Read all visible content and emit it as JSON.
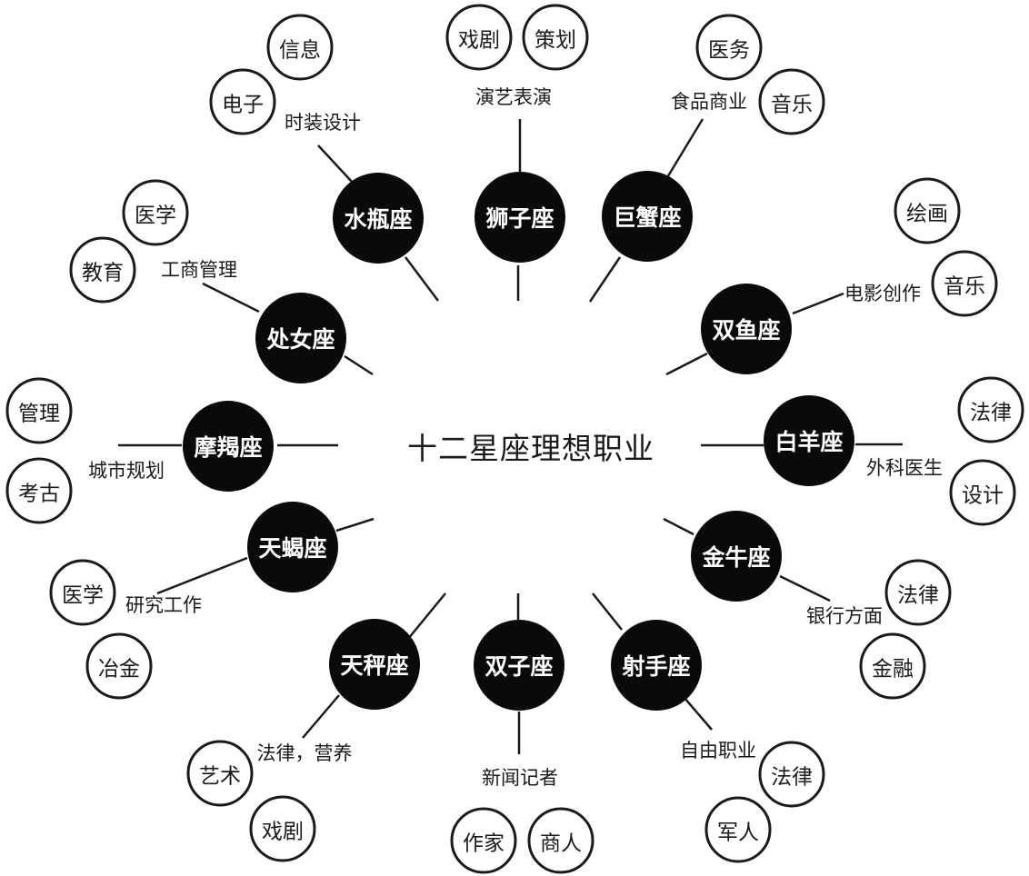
{
  "diagram": {
    "title": "十二星座理想职业",
    "colors": {
      "background": "#ffffff",
      "node_fill": "#0a0a0a",
      "node_text": "#ffffff",
      "line": "#1a1a1a",
      "text": "#1a1a1a"
    },
    "nodes": [
      {
        "label": "水瓶座",
        "career": "时装设计",
        "satellites": [
          "电子",
          "信息"
        ]
      },
      {
        "label": "狮子座",
        "career": "演艺表演",
        "satellites": [
          "戏剧",
          "策划"
        ]
      },
      {
        "label": "巨蟹座",
        "career": "食品商业",
        "satellites": [
          "医务",
          "音乐"
        ]
      },
      {
        "label": "双鱼座",
        "career": "电影创作",
        "satellites": [
          "绘画",
          "音乐"
        ]
      },
      {
        "label": "白羊座",
        "career": "外科医生",
        "satellites": [
          "法律",
          "设计"
        ]
      },
      {
        "label": "金牛座",
        "career": "银行方面",
        "satellites": [
          "法律",
          "金融"
        ]
      },
      {
        "label": "射手座",
        "career": "自由职业",
        "satellites": [
          "法律",
          "军人"
        ]
      },
      {
        "label": "双子座",
        "career": "新闻记者",
        "satellites": [
          "作家",
          "商人"
        ]
      },
      {
        "label": "天秤座",
        "career": "法律，营养",
        "satellites": [
          "艺术",
          "戏剧"
        ]
      },
      {
        "label": "天蝎座",
        "career": "研究工作",
        "satellites": [
          "医学",
          "冶金"
        ]
      },
      {
        "label": "摩羯座",
        "career": "城市规划",
        "satellites": [
          "管理",
          "考古"
        ]
      },
      {
        "label": "处女座",
        "career": "工商管理",
        "satellites": [
          "医学",
          "教育"
        ]
      }
    ]
  }
}
